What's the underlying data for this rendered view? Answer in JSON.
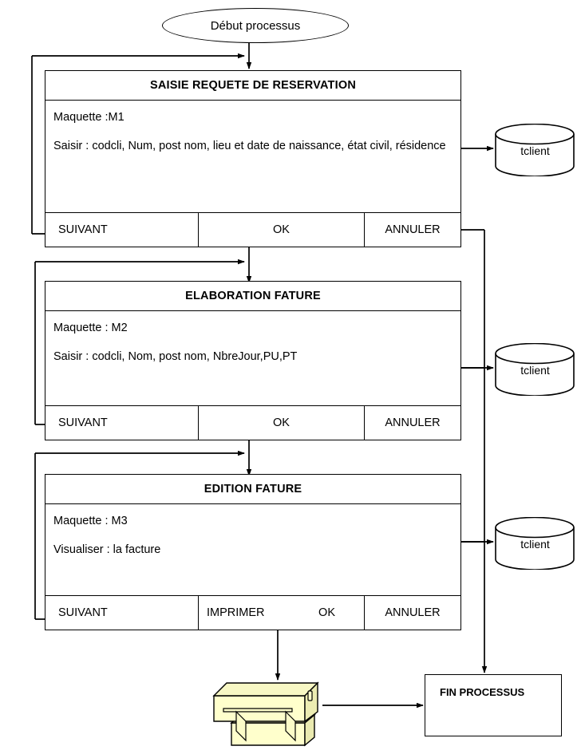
{
  "diagram": {
    "start": {
      "label": "Début processus"
    },
    "end": {
      "label": "FIN PROCESSUS"
    },
    "screens": [
      {
        "title": "SAISIE REQUETE DE RESERVATION",
        "line1": "Maquette :M1",
        "line2": "Saisir : codcli, Num, post nom, lieu et date de naissance, état civil, résidence",
        "buttons": [
          "SUIVANT",
          "OK",
          "ANNULER"
        ]
      },
      {
        "title": "ELABORATION FATURE",
        "line1": "Maquette : M2",
        "line2": "Saisir : codcli, Nom, post nom, NbreJour,PU,PT",
        "buttons": [
          "SUIVANT",
          "OK",
          "ANNULER"
        ]
      },
      {
        "title": "EDITION FATURE",
        "line1": "Maquette : M3",
        "line2": "Visualiser : la facture",
        "buttons": [
          "SUIVANT",
          "IMPRIMER",
          "OK",
          "ANNULER"
        ]
      }
    ],
    "datastores": [
      {
        "label": "tclient"
      },
      {
        "label": "tclient"
      },
      {
        "label": "tclient"
      }
    ],
    "printer": {
      "name": "printer-icon"
    },
    "colors": {
      "stroke": "#000000",
      "background": "#ffffff",
      "printer_fill": "#f5f5c0",
      "printer_shade": "#ffffcc"
    }
  }
}
